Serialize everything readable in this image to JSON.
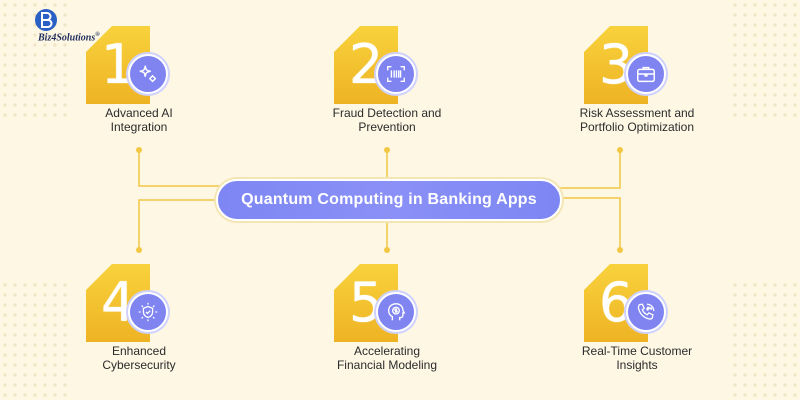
{
  "brand": {
    "name": "Biz4Solutions",
    "registered": "®"
  },
  "title": "Quantum Computing in Banking Apps",
  "items": [
    {
      "number": "1",
      "label_line1": "Advanced AI",
      "label_line2": "Integration",
      "icon": "sparkle-ai-icon"
    },
    {
      "number": "2",
      "label_line1": "Fraud Detection and",
      "label_line2": "Prevention",
      "icon": "barcode-scan-icon"
    },
    {
      "number": "3",
      "label_line1": "Risk Assessment and",
      "label_line2": "Portfolio Optimization",
      "icon": "briefcase-icon"
    },
    {
      "number": "4",
      "label_line1": "Enhanced",
      "label_line2": "Cybersecurity",
      "icon": "shield-network-icon"
    },
    {
      "number": "5",
      "label_line1": "Accelerating",
      "label_line2": "Financial Modeling",
      "icon": "head-dollar-icon"
    },
    {
      "number": "6",
      "label_line1": "Real-Time Customer",
      "label_line2": "Insights",
      "icon": "phone-24-icon"
    }
  ],
  "colors": {
    "background": "#fdf7e4",
    "badge_yellow": "#f5c434",
    "accent_purple": "#7f84f0",
    "connector": "#f2c744"
  }
}
